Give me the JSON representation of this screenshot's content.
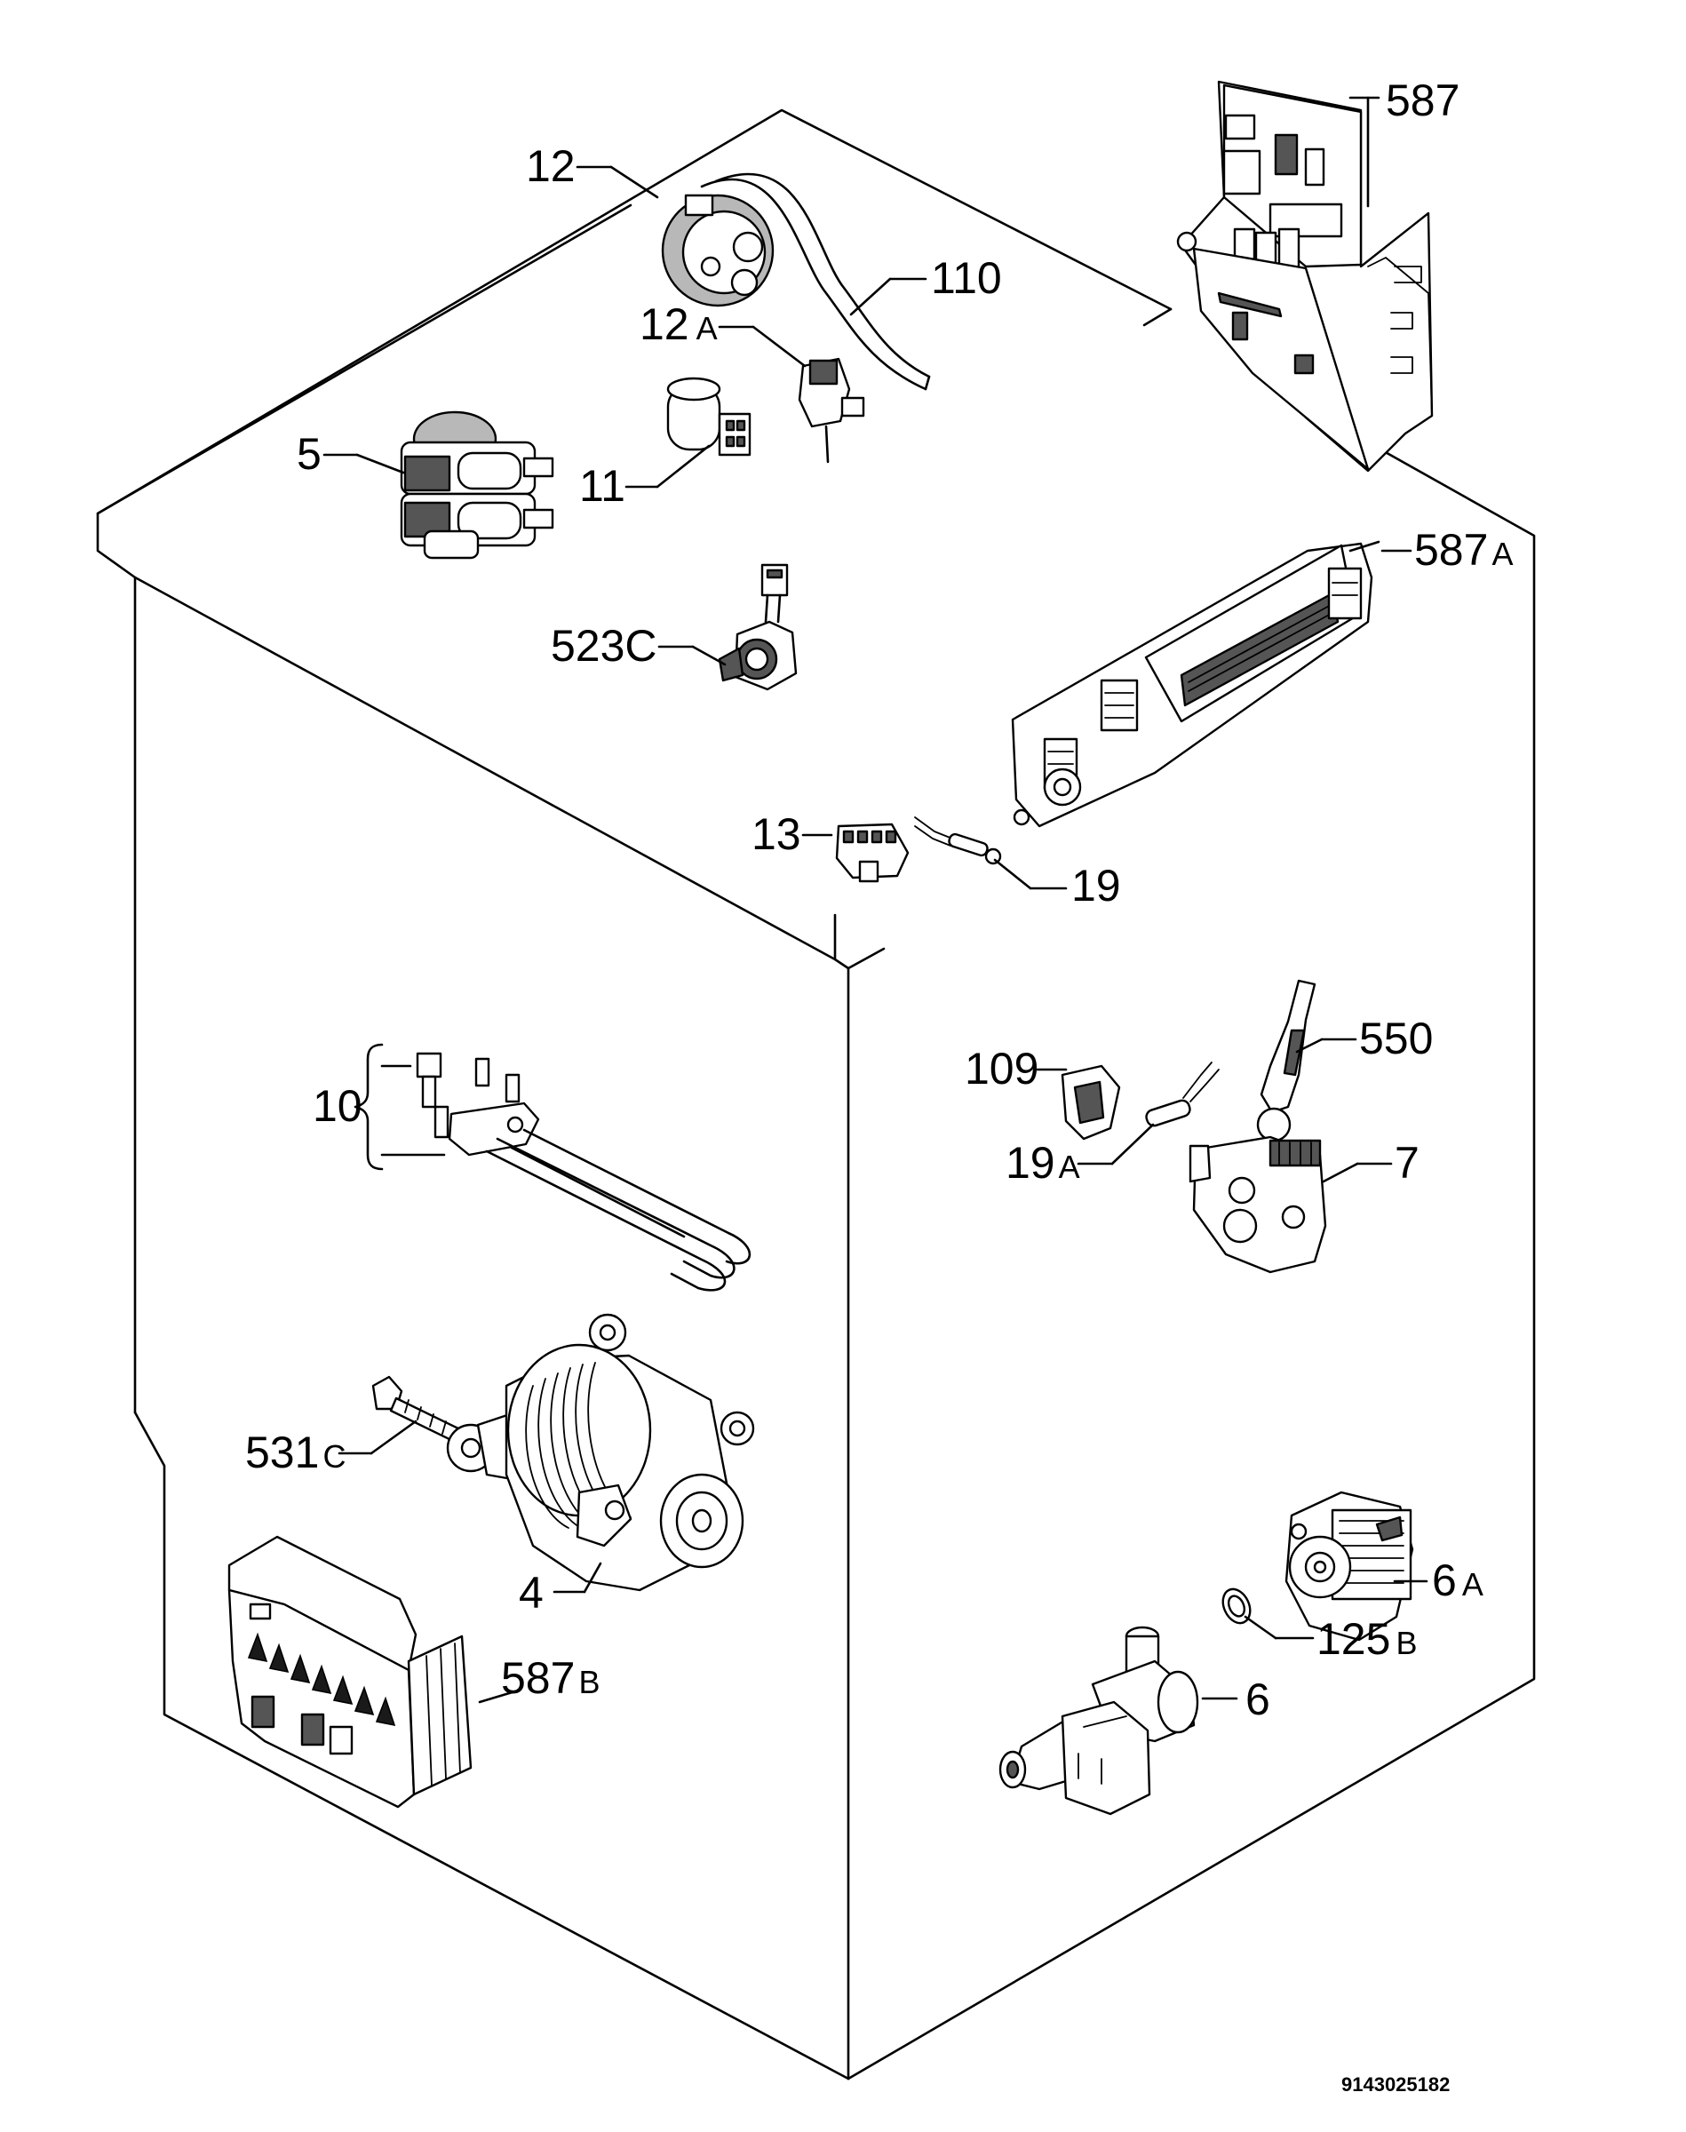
{
  "callouts": {
    "c587": "587",
    "c12": "12",
    "c110": "110",
    "c12a": "12",
    "c12a_suffix": "A",
    "c5": "5",
    "c11": "11",
    "c587a": "587",
    "c587a_suffix": "A",
    "c523c": "523C",
    "c13": "13",
    "c19": "19",
    "c550": "550",
    "c109": "109",
    "c10": "10",
    "c19a": "19",
    "c19a_suffix": "A",
    "c7": "7",
    "c531c": "531",
    "c531c_suffix": "C",
    "c4": "4",
    "c6a": "6",
    "c6a_suffix": "A",
    "c125b": "125",
    "c125b_suffix": "B",
    "c587b": "587",
    "c587b_suffix": "B",
    "c6": "6"
  },
  "document_number": "9143025182"
}
